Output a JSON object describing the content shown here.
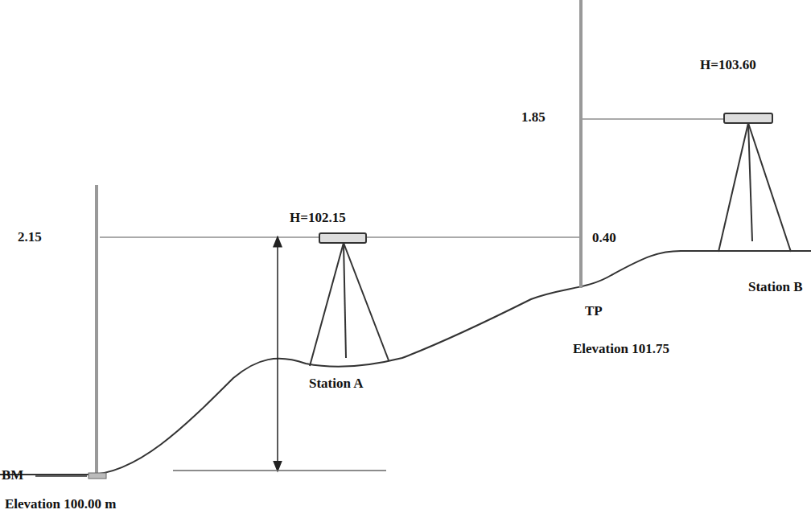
{
  "diagram": {
    "labels": [
      "2.15",
      "H=102.15",
      "0.40",
      "1.85",
      "H=103.60",
      "Station A",
      "TP",
      "Elevation 101.75",
      "Station B",
      "BM",
      "Elevation 100.00 m"
    ]
  }
}
